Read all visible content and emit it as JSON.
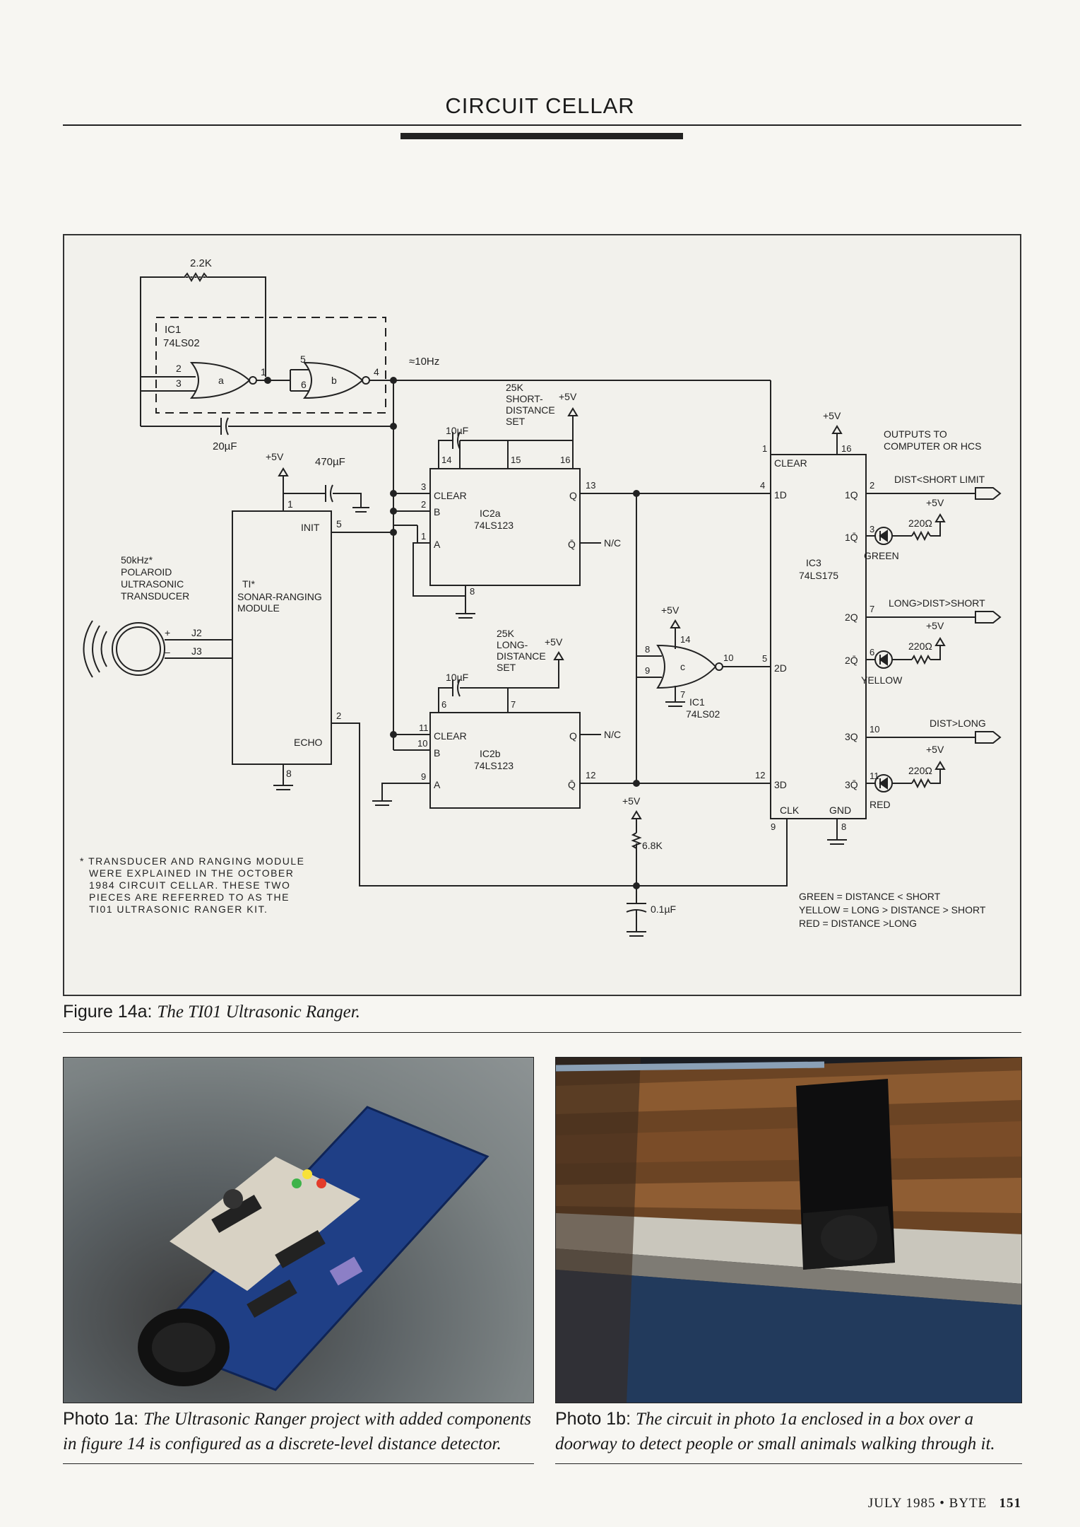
{
  "header": {
    "title": "CIRCUIT CELLAR"
  },
  "schematic": {
    "resistor_2k2": "2.2K",
    "ic1_label": "IC1",
    "ic1_part": "74LS02",
    "gate_a": "a",
    "gate_b": "b",
    "gate_c": "c",
    "freq": "≈10Hz",
    "cap_20uf": "20µF",
    "plus5v": "+5V",
    "cap_470uf": "470µF",
    "transducer_lines": [
      "50kHz*",
      "POLAROID",
      "ULTRASONIC",
      "TRANSDUCER"
    ],
    "j2": "J2",
    "j3": "J3",
    "module_lines": [
      "TI*",
      "SONAR-RANGING",
      "MODULE"
    ],
    "init": "INIT",
    "echo": "ECHO",
    "short_pot_lines": [
      "25K",
      "SHORT-",
      "DISTANCE",
      "SET"
    ],
    "long_pot_lines": [
      "25K",
      "LONG-",
      "DISTANCE",
      "SET"
    ],
    "cap_10uf": "10µF",
    "ic2a_lines": [
      "IC2a",
      "74LS123"
    ],
    "ic2b_lines": [
      "IC2b",
      "74LS123"
    ],
    "clear": "CLEAR",
    "pin_b": "B",
    "pin_a": "A",
    "pin_q": "Q",
    "pin_qbar": "Q̄",
    "nc": "N/C",
    "ic1c_lines": [
      "IC1",
      "74LS02"
    ],
    "ic3_lines": [
      "IC3",
      "74LS175"
    ],
    "ic3_pins": [
      "1D",
      "2D",
      "3D",
      "1Q",
      "1Q̄",
      "2Q",
      "2Q̄",
      "3Q",
      "3Q̄",
      "CLK",
      "GND"
    ],
    "outputs_lines": [
      "OUTPUTS TO",
      "COMPUTER OR HCS"
    ],
    "out1": "DIST<SHORT LIMIT",
    "out2": "LONG>DIST>SHORT",
    "out3": "DIST>LONG",
    "r220": "220Ω",
    "led_green": "GREEN",
    "led_yellow": "YELLOW",
    "led_red": "RED",
    "r6k8": "6.8K",
    "cap_01uf": "0.1µF",
    "note_lines": [
      "* TRANSDUCER AND RANGING MODULE",
      "WERE EXPLAINED IN THE OCTOBER",
      "1984 CIRCUIT CELLAR. THESE TWO",
      "PIECES ARE REFERRED TO AS THE",
      "TI01 ULTRASONIC RANGER KIT."
    ],
    "legend_lines": [
      "GREEN = DISTANCE < SHORT",
      "YELLOW = LONG > DISTANCE > SHORT",
      "RED = DISTANCE >LONG"
    ],
    "pins": {
      "p1": "1",
      "p2": "2",
      "p3": "3",
      "p4": "4",
      "p5": "5",
      "p6": "6",
      "p7": "7",
      "p8": "8",
      "p9": "9",
      "p10": "10",
      "p11": "11",
      "p12": "12",
      "p13": "13",
      "p14": "14",
      "p15": "15",
      "p16": "16"
    }
  },
  "figure_caption": {
    "label": "Figure 14a:",
    "text": "The TI01 Ultrasonic Ranger."
  },
  "photo_a_caption": {
    "label": "Photo 1a:",
    "text": "The Ultrasonic Ranger project with added components in figure 14 is configured as a discrete-level distance detector."
  },
  "photo_b_caption": {
    "label": "Photo 1b:",
    "text": "The circuit in photo 1a enclosed in a box over a doorway to detect people or small animals walking through it."
  },
  "footer": {
    "text": "JULY 1985 • BYTE",
    "page": "151"
  }
}
